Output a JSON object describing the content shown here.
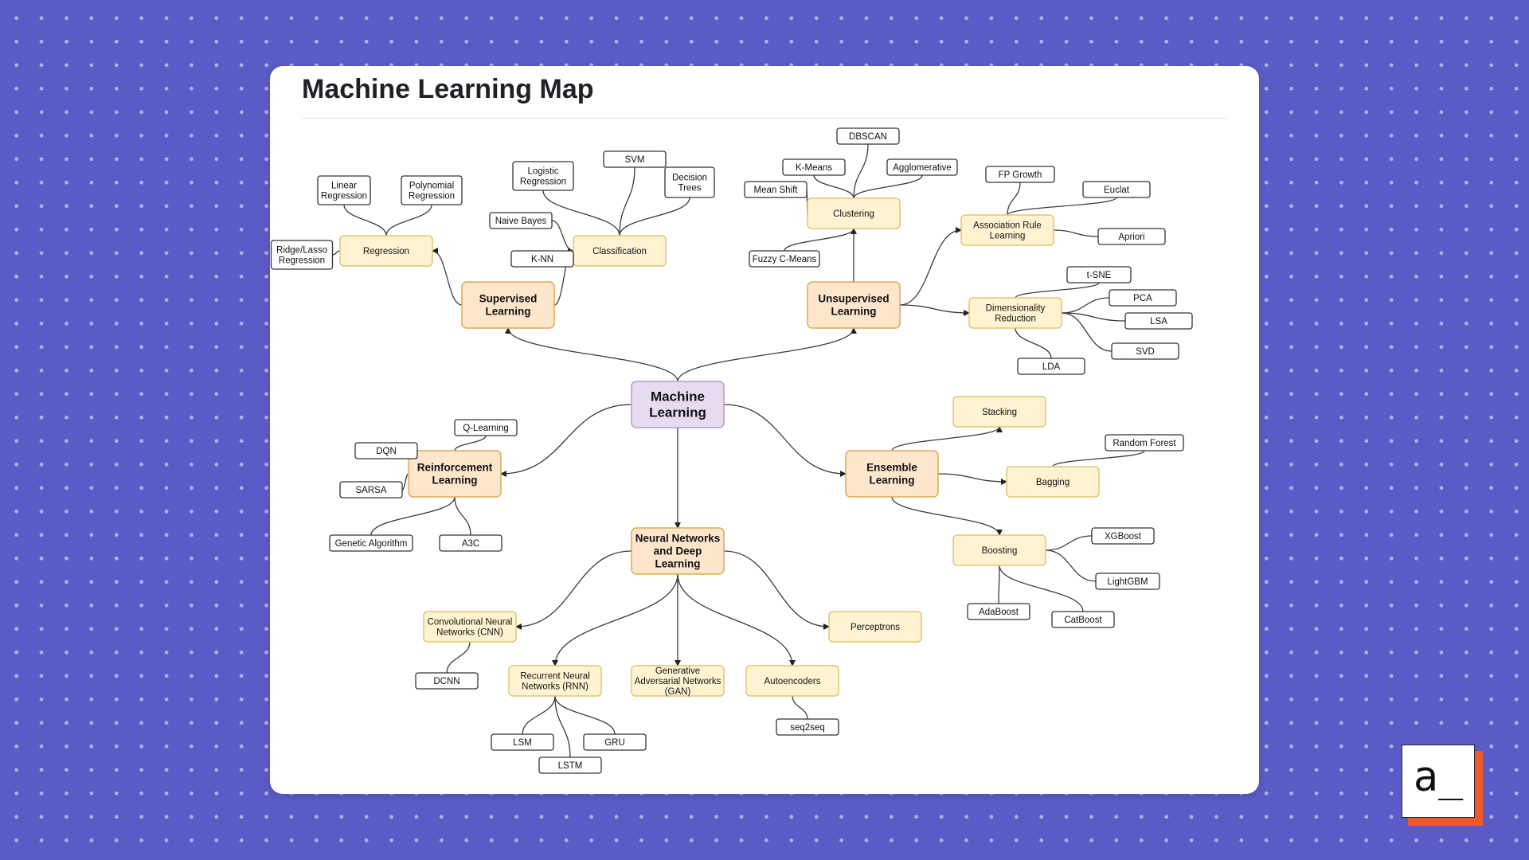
{
  "page": {
    "title": "Machine Learning Map"
  },
  "logo": {
    "text": "a_"
  },
  "colors": {
    "background": "#5b5bc8",
    "card": "#ffffff",
    "root_fill": "#e7dbf0",
    "category_fill": "#fde6cc",
    "subcategory_fill": "#fff3d2",
    "leaf_fill": "#ffffff",
    "logo_accent": "#ef5a2a"
  },
  "diagram": {
    "nodes": [
      {
        "id": "ml",
        "type": "root",
        "lines": [
          "Machine",
          "Learning"
        ]
      },
      {
        "id": "sup",
        "type": "main",
        "lines": [
          "Supervised",
          "Learning"
        ]
      },
      {
        "id": "unsup",
        "type": "main",
        "lines": [
          "Unsupervised",
          "Learning"
        ]
      },
      {
        "id": "rl",
        "type": "main",
        "lines": [
          "Reinforcement",
          "Learning"
        ]
      },
      {
        "id": "ens",
        "type": "main",
        "lines": [
          "Ensemble",
          "Learning"
        ]
      },
      {
        "id": "nn",
        "type": "main",
        "lines": [
          "Neural Networks",
          "and Deep",
          "Learning"
        ]
      },
      {
        "id": "reg",
        "type": "sub",
        "lines": [
          "Regression"
        ]
      },
      {
        "id": "cls",
        "type": "sub",
        "lines": [
          "Classification"
        ]
      },
      {
        "id": "clu",
        "type": "sub",
        "lines": [
          "Clustering"
        ]
      },
      {
        "id": "arl",
        "type": "sub",
        "lines": [
          "Association Rule",
          "Learning"
        ]
      },
      {
        "id": "dim",
        "type": "sub",
        "lines": [
          "Dimensionality",
          "Reduction"
        ]
      },
      {
        "id": "stack",
        "type": "sub",
        "lines": [
          "Stacking"
        ]
      },
      {
        "id": "bag",
        "type": "sub",
        "lines": [
          "Bagging"
        ]
      },
      {
        "id": "boost",
        "type": "sub",
        "lines": [
          "Boosting"
        ]
      },
      {
        "id": "cnn",
        "type": "sub",
        "lines": [
          "Convolutional Neural",
          "Networks (CNN)"
        ]
      },
      {
        "id": "rnn",
        "type": "sub",
        "lines": [
          "Recurrent Neural",
          "Networks (RNN)"
        ]
      },
      {
        "id": "gan",
        "type": "sub",
        "lines": [
          "Generative",
          "Adversarial Networks",
          "(GAN)"
        ]
      },
      {
        "id": "ae",
        "type": "sub",
        "lines": [
          "Autoencoders"
        ]
      },
      {
        "id": "perc",
        "type": "sub",
        "lines": [
          "Perceptrons"
        ]
      },
      {
        "id": "linreg",
        "type": "leaf",
        "lines": [
          "Linear",
          "Regression"
        ]
      },
      {
        "id": "polyreg",
        "type": "leaf",
        "lines": [
          "Polynomial",
          "Regression"
        ]
      },
      {
        "id": "ridge",
        "type": "leaf",
        "lines": [
          "Ridge/Lasso",
          "Regression"
        ]
      },
      {
        "id": "logreg",
        "type": "leaf",
        "lines": [
          "Logistic",
          "Regression"
        ]
      },
      {
        "id": "svm",
        "type": "leaf",
        "lines": [
          "SVM"
        ]
      },
      {
        "id": "dtree",
        "type": "leaf",
        "lines": [
          "Decision",
          "Trees"
        ]
      },
      {
        "id": "nb",
        "type": "leaf",
        "lines": [
          "Naive Bayes"
        ]
      },
      {
        "id": "knn",
        "type": "leaf",
        "lines": [
          "K-NN"
        ]
      },
      {
        "id": "dbscan",
        "type": "leaf",
        "lines": [
          "DBSCAN"
        ]
      },
      {
        "id": "kmeans",
        "type": "leaf",
        "lines": [
          "K-Means"
        ]
      },
      {
        "id": "agglo",
        "type": "leaf",
        "lines": [
          "Agglomerative"
        ]
      },
      {
        "id": "meanshift",
        "type": "leaf",
        "lines": [
          "Mean Shift"
        ]
      },
      {
        "id": "fcm",
        "type": "leaf",
        "lines": [
          "Fuzzy C-Means"
        ]
      },
      {
        "id": "fpg",
        "type": "leaf",
        "lines": [
          "FP Growth"
        ]
      },
      {
        "id": "eclat",
        "type": "leaf",
        "lines": [
          "Euclat"
        ]
      },
      {
        "id": "apriori",
        "type": "leaf",
        "lines": [
          "Apriori"
        ]
      },
      {
        "id": "tsne",
        "type": "leaf",
        "lines": [
          "t-SNE"
        ]
      },
      {
        "id": "pca",
        "type": "leaf",
        "lines": [
          "PCA"
        ]
      },
      {
        "id": "lsa",
        "type": "leaf",
        "lines": [
          "LSA"
        ]
      },
      {
        "id": "svd",
        "type": "leaf",
        "lines": [
          "SVD"
        ]
      },
      {
        "id": "lda",
        "type": "leaf",
        "lines": [
          "LDA"
        ]
      },
      {
        "id": "qlearn",
        "type": "leaf",
        "lines": [
          "Q-Learning"
        ]
      },
      {
        "id": "dqn",
        "type": "leaf",
        "lines": [
          "DQN"
        ]
      },
      {
        "id": "sarsa",
        "type": "leaf",
        "lines": [
          "SARSA"
        ]
      },
      {
        "id": "ga",
        "type": "leaf",
        "lines": [
          "Genetic Algorithm"
        ]
      },
      {
        "id": "a3c",
        "type": "leaf",
        "lines": [
          "A3C"
        ]
      },
      {
        "id": "rf",
        "type": "leaf",
        "lines": [
          "Random Forest"
        ]
      },
      {
        "id": "xgb",
        "type": "leaf",
        "lines": [
          "XGBoost"
        ]
      },
      {
        "id": "lgbm",
        "type": "leaf",
        "lines": [
          "LightGBM"
        ]
      },
      {
        "id": "ada",
        "type": "leaf",
        "lines": [
          "AdaBoost"
        ]
      },
      {
        "id": "cat",
        "type": "leaf",
        "lines": [
          "CatBoost"
        ]
      },
      {
        "id": "dcnn",
        "type": "leaf",
        "lines": [
          "DCNN"
        ]
      },
      {
        "id": "lsm",
        "type": "leaf",
        "lines": [
          "LSM"
        ]
      },
      {
        "id": "lstm",
        "type": "leaf",
        "lines": [
          "LSTM"
        ]
      },
      {
        "id": "gru",
        "type": "leaf",
        "lines": [
          "GRU"
        ]
      },
      {
        "id": "seq2seq",
        "type": "leaf",
        "lines": [
          "seq2seq"
        ]
      }
    ],
    "edges": [
      {
        "from": "ml",
        "to": "sup",
        "arrow": true
      },
      {
        "from": "ml",
        "to": "unsup",
        "arrow": true
      },
      {
        "from": "ml",
        "to": "rl",
        "arrow": true
      },
      {
        "from": "ml",
        "to": "ens",
        "arrow": true
      },
      {
        "from": "ml",
        "to": "nn",
        "arrow": true
      },
      {
        "from": "sup",
        "to": "reg",
        "arrow": true
      },
      {
        "from": "sup",
        "to": "cls",
        "arrow": true
      },
      {
        "from": "unsup",
        "to": "clu",
        "arrow": true
      },
      {
        "from": "unsup",
        "to": "arl",
        "arrow": true
      },
      {
        "from": "unsup",
        "to": "dim",
        "arrow": true
      },
      {
        "from": "ens",
        "to": "stack",
        "arrow": true
      },
      {
        "from": "ens",
        "to": "bag",
        "arrow": true
      },
      {
        "from": "ens",
        "to": "boost",
        "arrow": true
      },
      {
        "from": "nn",
        "to": "cnn",
        "arrow": true
      },
      {
        "from": "nn",
        "to": "rnn",
        "arrow": true
      },
      {
        "from": "nn",
        "to": "gan",
        "arrow": true
      },
      {
        "from": "nn",
        "to": "ae",
        "arrow": true
      },
      {
        "from": "nn",
        "to": "perc",
        "arrow": true
      },
      {
        "from": "reg",
        "to": "linreg",
        "arrow": false
      },
      {
        "from": "reg",
        "to": "polyreg",
        "arrow": false
      },
      {
        "from": "reg",
        "to": "ridge",
        "arrow": false
      },
      {
        "from": "cls",
        "to": "logreg",
        "arrow": false
      },
      {
        "from": "cls",
        "to": "svm",
        "arrow": false
      },
      {
        "from": "cls",
        "to": "dtree",
        "arrow": false
      },
      {
        "from": "cls",
        "to": "nb",
        "arrow": false
      },
      {
        "from": "cls",
        "to": "knn",
        "arrow": false
      },
      {
        "from": "clu",
        "to": "dbscan",
        "arrow": false
      },
      {
        "from": "clu",
        "to": "kmeans",
        "arrow": false
      },
      {
        "from": "clu",
        "to": "agglo",
        "arrow": false
      },
      {
        "from": "clu",
        "to": "meanshift",
        "arrow": false
      },
      {
        "from": "clu",
        "to": "fcm",
        "arrow": false
      },
      {
        "from": "arl",
        "to": "fpg",
        "arrow": false
      },
      {
        "from": "arl",
        "to": "eclat",
        "arrow": false
      },
      {
        "from": "arl",
        "to": "apriori",
        "arrow": false
      },
      {
        "from": "dim",
        "to": "tsne",
        "arrow": false
      },
      {
        "from": "dim",
        "to": "pca",
        "arrow": false
      },
      {
        "from": "dim",
        "to": "lsa",
        "arrow": false
      },
      {
        "from": "dim",
        "to": "svd",
        "arrow": false
      },
      {
        "from": "dim",
        "to": "lda",
        "arrow": false
      },
      {
        "from": "rl",
        "to": "qlearn",
        "arrow": false
      },
      {
        "from": "rl",
        "to": "dqn",
        "arrow": false
      },
      {
        "from": "rl",
        "to": "sarsa",
        "arrow": false
      },
      {
        "from": "rl",
        "to": "ga",
        "arrow": false
      },
      {
        "from": "rl",
        "to": "a3c",
        "arrow": false
      },
      {
        "from": "bag",
        "to": "rf",
        "arrow": false
      },
      {
        "from": "boost",
        "to": "xgb",
        "arrow": false
      },
      {
        "from": "boost",
        "to": "lgbm",
        "arrow": false
      },
      {
        "from": "boost",
        "to": "ada",
        "arrow": false
      },
      {
        "from": "boost",
        "to": "cat",
        "arrow": false
      },
      {
        "from": "cnn",
        "to": "dcnn",
        "arrow": false
      },
      {
        "from": "rnn",
        "to": "lsm",
        "arrow": false
      },
      {
        "from": "rnn",
        "to": "lstm",
        "arrow": false
      },
      {
        "from": "rnn",
        "to": "gru",
        "arrow": false
      },
      {
        "from": "ae",
        "to": "seq2seq",
        "arrow": false
      }
    ]
  }
}
